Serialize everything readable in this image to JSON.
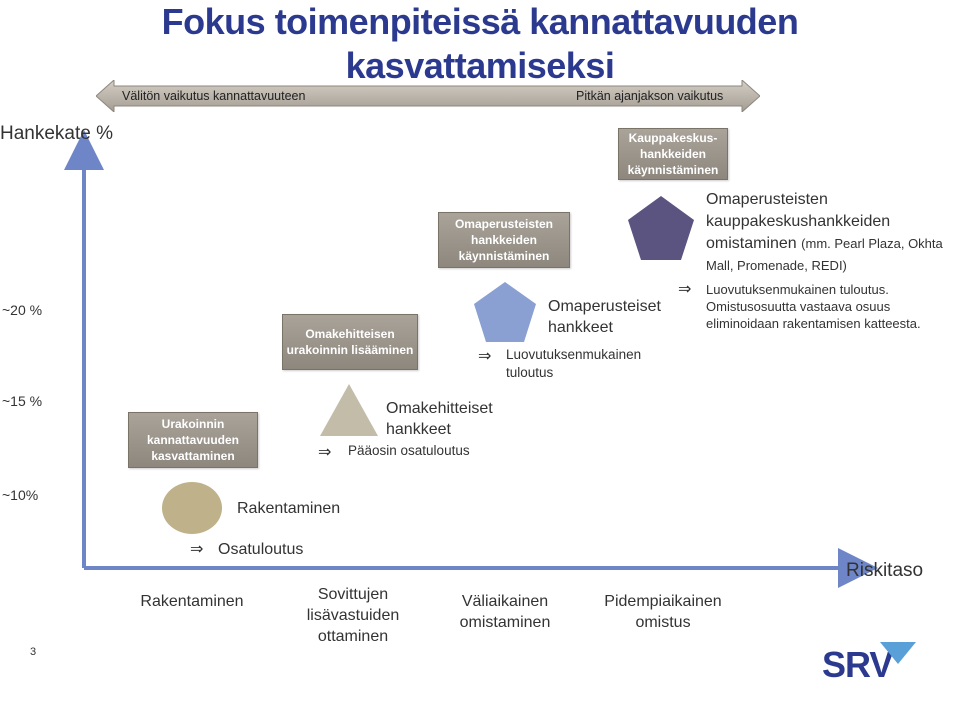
{
  "title": "Fokus toimenpiteissä kannattavuuden kasvattamiseksi",
  "timebar": {
    "left_label": "Välitön vaikutus kannattavuuteen",
    "right_label": "Pitkän ajanjakson vaikutus",
    "fill_color": "#b9b3aa"
  },
  "y_axis": {
    "title": "Hankekate %",
    "ticks": [
      "~20 %",
      "~15 %",
      "~10%"
    ]
  },
  "x_axis": {
    "title": "Riskitaso",
    "categories": [
      "Rakentaminen",
      "Sovittujen lisävastuiden ottaminen",
      "Väliaikainen omistaminen",
      "Pidempiaikainen omistus"
    ]
  },
  "stages": [
    {
      "label": "Urakoinnin kannattavuuden kasvattaminen"
    },
    {
      "label": "Omakehitteisen urakoinnin lisääminen"
    },
    {
      "label": "Omaperusteisten hankkeiden käynnistäminen"
    },
    {
      "label": "Kauppakeskus-hankkeiden käynnistäminen"
    }
  ],
  "items": [
    {
      "name": "Rakentaminen",
      "note": "Osatuloutus",
      "shape": "circle-icon",
      "color": "#bfb189"
    },
    {
      "name": "Omakehitteiset hankkeet",
      "note": "Pääosin osatuloutus",
      "shape": "triangle-icon",
      "color": "#c3bca8"
    },
    {
      "name": "Omaperusteiset hankkeet",
      "note": "Luovutuksenmukainen tuloutus",
      "shape": "pentagon-icon",
      "color": "#8aa0d2"
    },
    {
      "name_main": "Omaperusteisten kauppakeskushankkeiden omistaminen",
      "name_extra": "(mm. Pearl Plaza, Okhta Mall, Promenade, REDI)",
      "note": "Luovutuksenmukainen tuloutus. Omistusosuutta vastaava osuus eliminoidaan rakentamisen katteesta.",
      "shape": "pentagon-icon",
      "color": "#5c5480"
    }
  ],
  "page_number": "3",
  "logo_text": "SRV",
  "colors": {
    "axis": "#6e86c7",
    "title": "#2b3a8f",
    "logo": "#2b3a8f"
  }
}
